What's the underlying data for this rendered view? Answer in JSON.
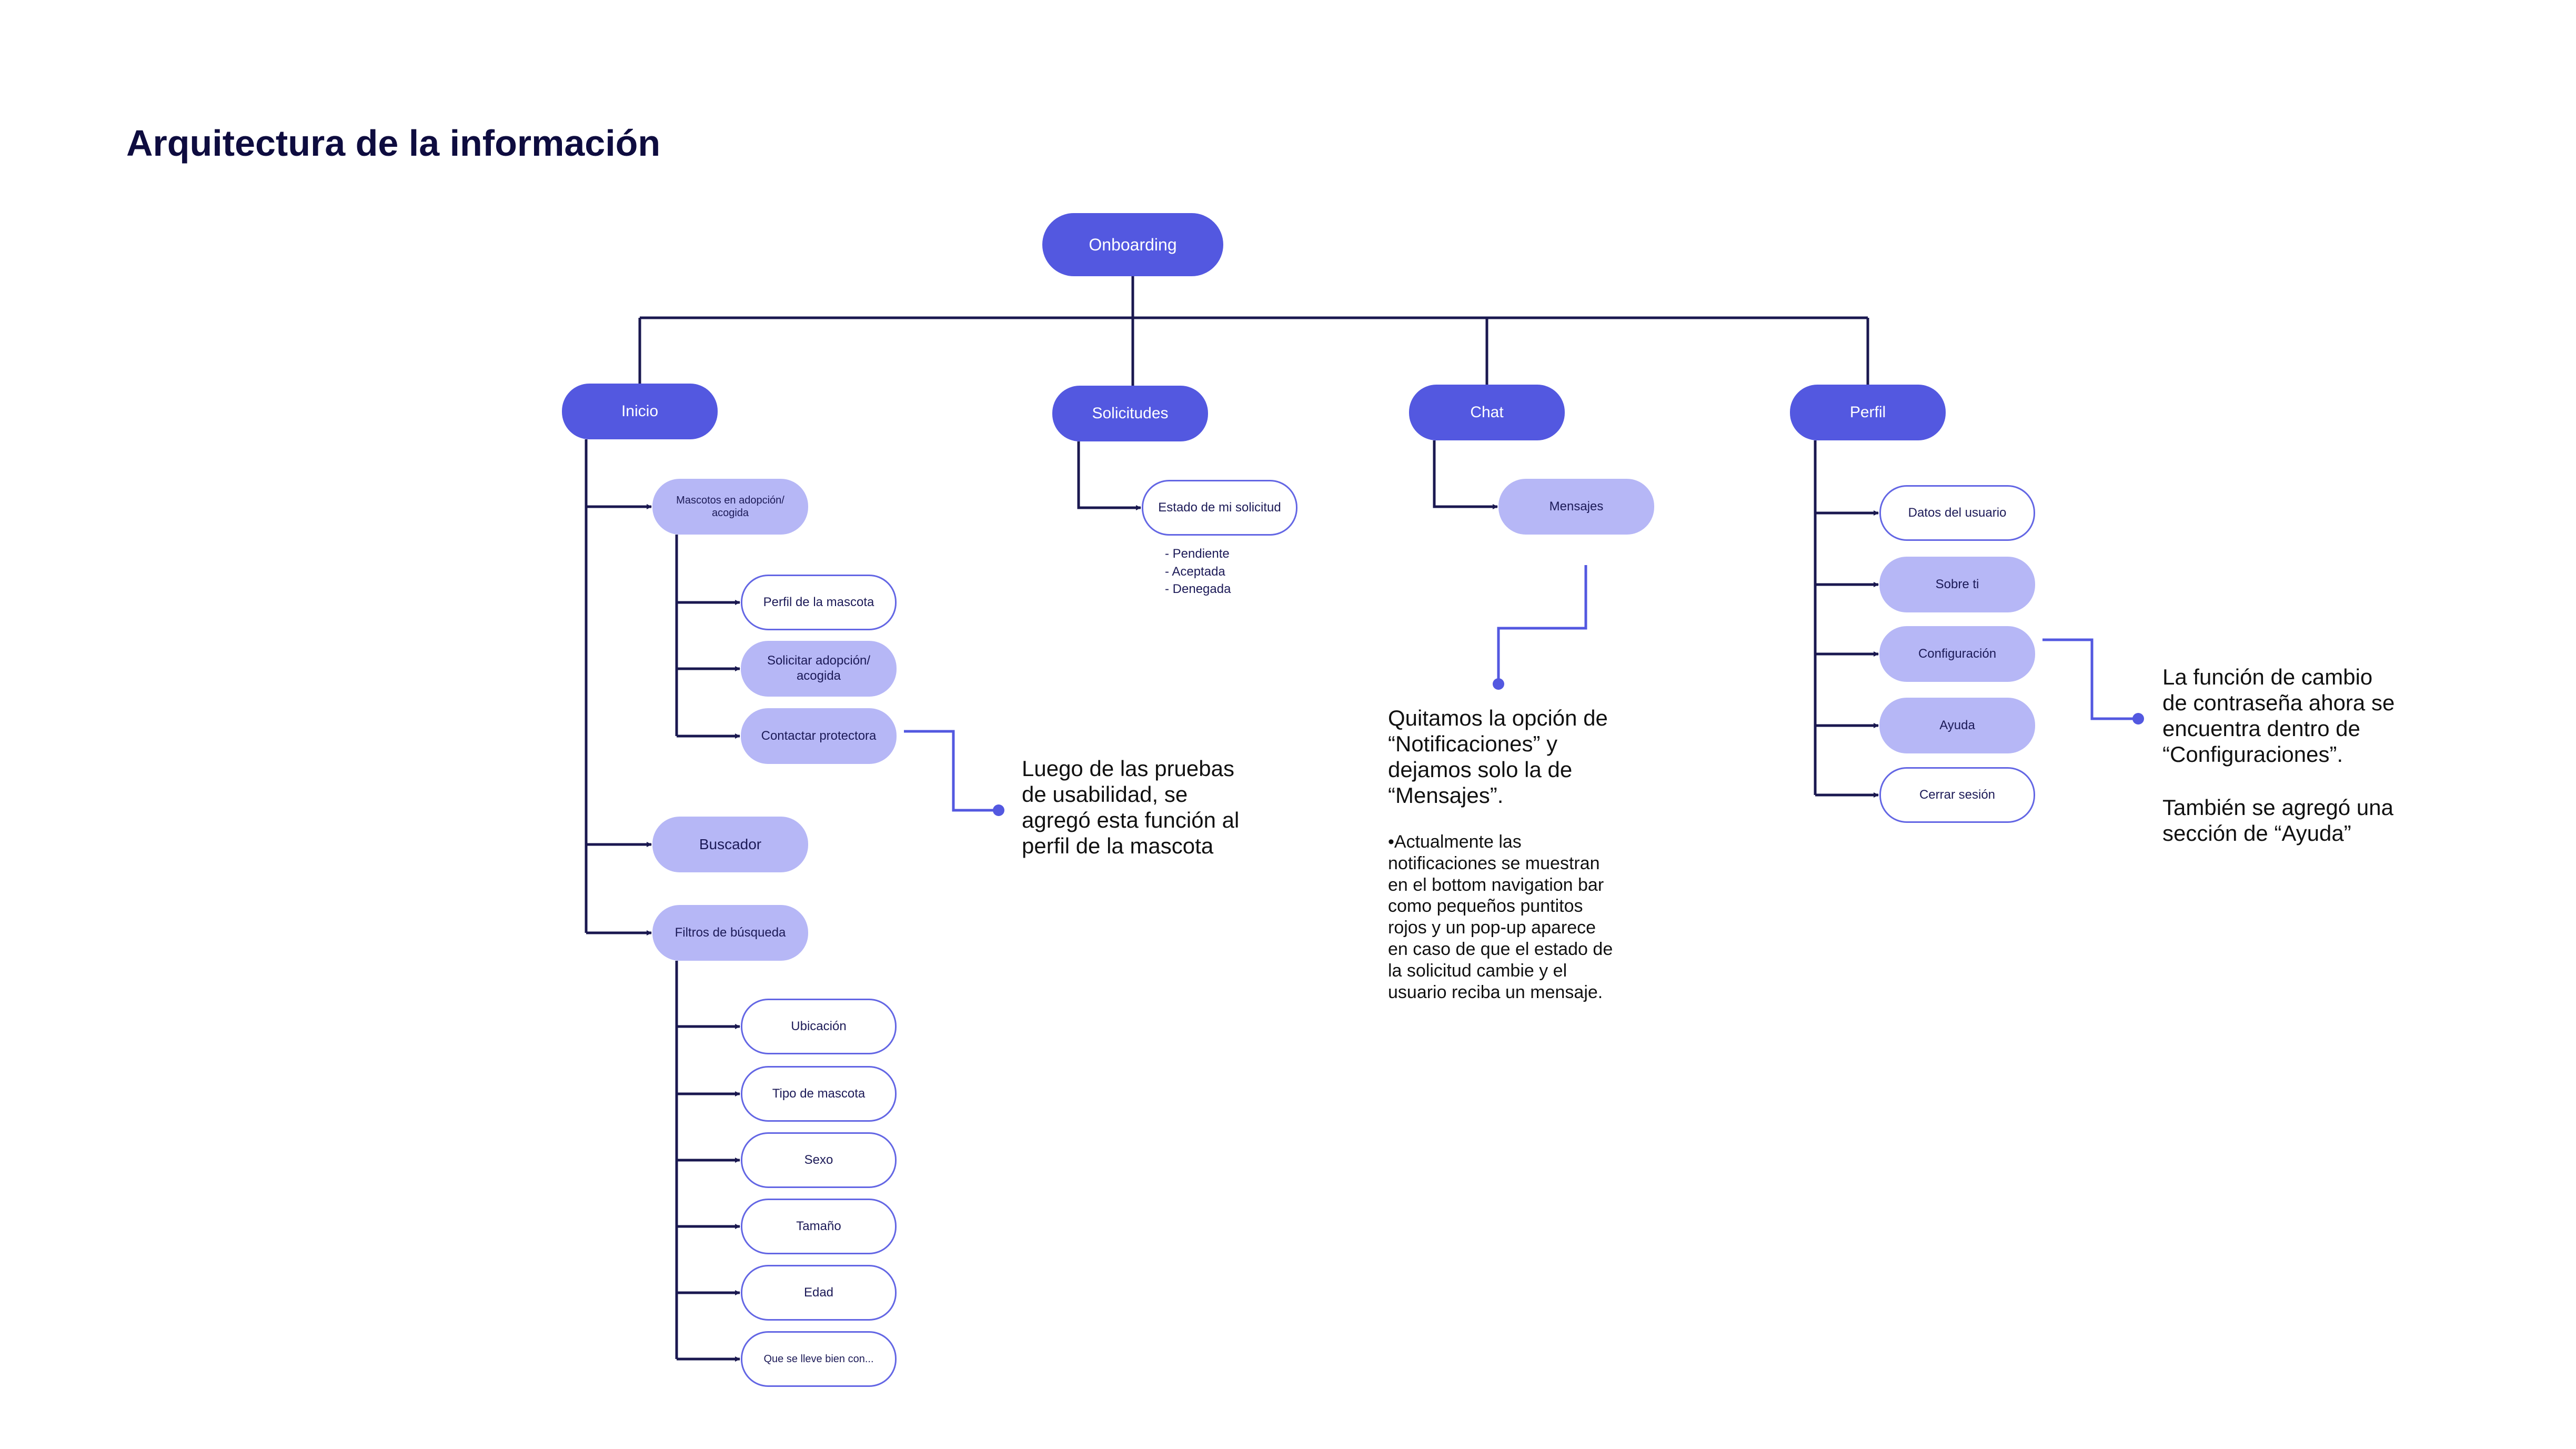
{
  "title": "Arquitectura de la información",
  "colors": {
    "primary": "#5358e0",
    "secondary": "#b6b7f6",
    "connector": "#1a1850",
    "annotation": "#5358e0",
    "title": "#0e0c3f"
  },
  "root": {
    "label": "Onboarding"
  },
  "sections": {
    "inicio": {
      "label": "Inicio",
      "mascotas": {
        "label": "Mascotos en adopción/\nacogida",
        "children": [
          "Perfil de la mascota",
          "Solicitar adopción/\nacogida",
          "Contactar protectora"
        ]
      },
      "buscador": "Buscador",
      "filtros": {
        "label": "Filtros de búsqueda",
        "children": [
          "Ubicación",
          "Tipo de mascota",
          "Sexo",
          "Tamaño",
          "Edad",
          "Que se lleve bien con..."
        ]
      }
    },
    "solicitudes": {
      "label": "Solicitudes",
      "estado": "Estado de mi solicitud",
      "status_options": [
        "Pendiente",
        "Aceptada",
        "Denegada"
      ]
    },
    "chat": {
      "label": "Chat",
      "mensajes": "Mensajes"
    },
    "perfil": {
      "label": "Perfil",
      "children": [
        "Datos del usuario",
        "Sobre ti",
        "Configuración",
        "Ayuda",
        "Cerrar sesión"
      ]
    }
  },
  "notes": {
    "contactar": "Luego de las pruebas\nde usabilidad, se\nagregó esta función al\nperfil de la mascota",
    "chat_main": "Quitamos la opción de\n“Notificaciones” y\ndejamos solo la de\n“Mensajes”.",
    "chat_detail": "•Actualmente las\nnotificaciones se muestran\nen el bottom navigation bar\ncomo pequeños puntitos\nrojos y un pop-up aparece\nen caso de que el estado de\nla solicitud cambie y el\nusuario reciba un mensaje.",
    "perfil_config": "La función de cambio\nde contraseña ahora se\nencuentra dentro de\n“Configuraciones”.",
    "perfil_ayuda": "También se agregó una\nsección de “Ayuda”"
  }
}
